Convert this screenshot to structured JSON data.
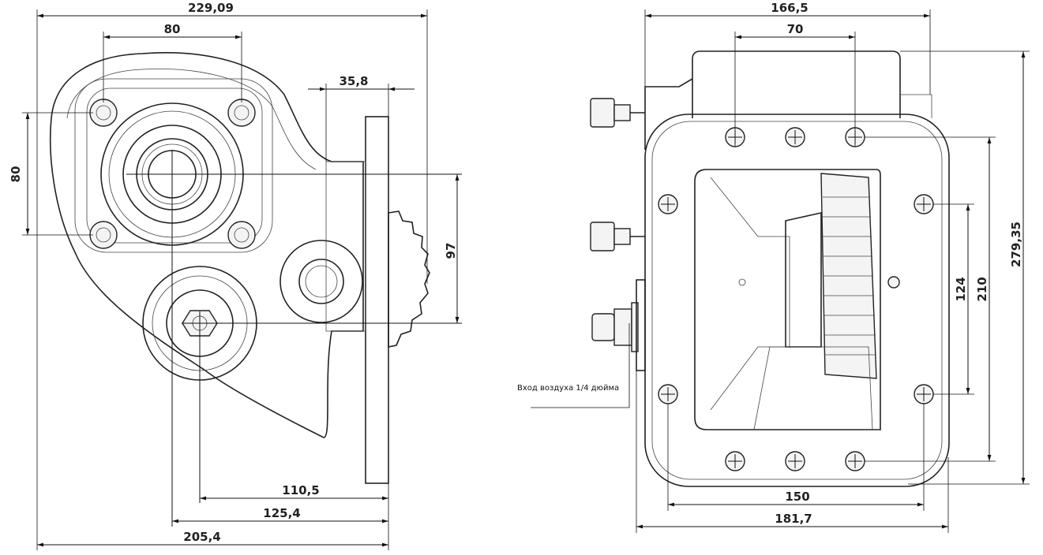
{
  "left_view": {
    "dimensions": {
      "overall_width_top": "229,09",
      "flange_bolt_spacing_h": "80",
      "flange_bolt_spacing_v": "80",
      "mount_flange_offset": "35,8",
      "shaft_center_distance": "97",
      "output_to_flange": "110,5",
      "input_to_flange": "125,4",
      "overall_width_bottom": "205,4"
    }
  },
  "right_view": {
    "dimensions": {
      "overall_width_top": "166,5",
      "top_hole_spacing": "70",
      "overall_height": "279,35",
      "hole_spacing_v_outer": "210",
      "hole_spacing_v_inner": "124",
      "hole_spacing_h": "150",
      "overall_width_bottom": "181,7"
    },
    "air_inlet_label": "Вход воздуха 1/4 дюйма"
  }
}
